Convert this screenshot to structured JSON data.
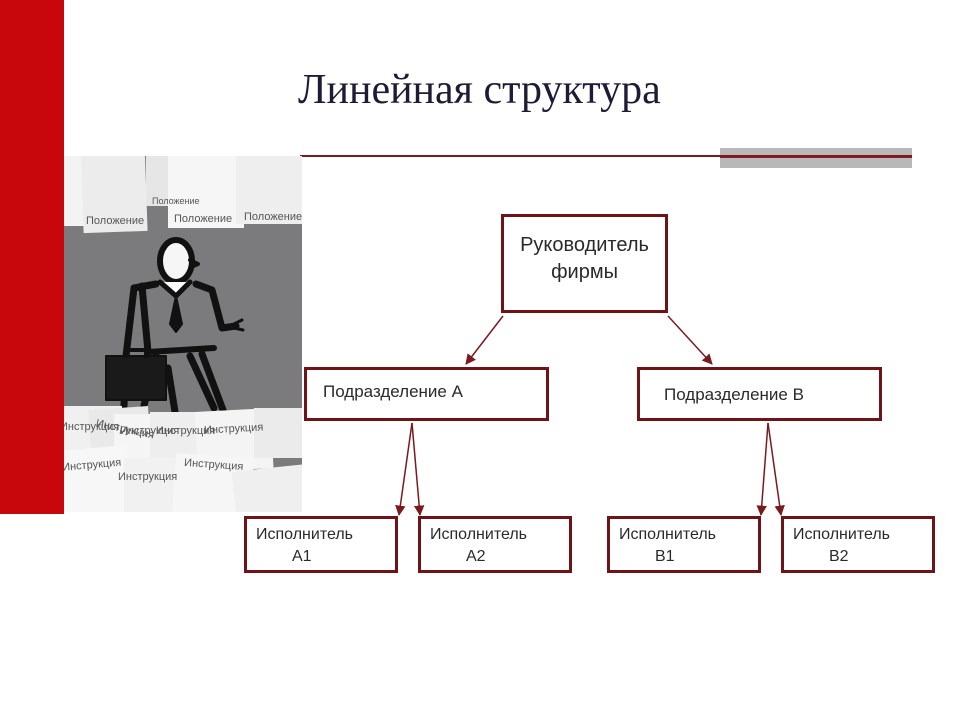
{
  "slide": {
    "title": "Линейная структура",
    "accent_color": "#c8070c",
    "box_border_color": "#6e1418"
  },
  "illustration": {
    "top_papers": [
      "Положение",
      "Положение",
      "Положение",
      "Положение"
    ],
    "bottom_papers": [
      "Инструкция",
      "Инструкция",
      "Инструкция",
      "Инструкция",
      "Инструкция",
      "Инструкция",
      "Инструкция",
      "Инструкция"
    ]
  },
  "diagram": {
    "head": {
      "line1": "Руководитель",
      "line2": "фирмы"
    },
    "division_a": "Подразделение А",
    "division_b": "Подразделение В",
    "executors": [
      {
        "line1": "Исполнитель",
        "line2": "А1"
      },
      {
        "line1": "Исполнитель",
        "line2": "А2"
      },
      {
        "line1": "Исполнитель",
        "line2": "В1"
      },
      {
        "line1": "Исполнитель",
        "line2": "В2"
      }
    ]
  }
}
